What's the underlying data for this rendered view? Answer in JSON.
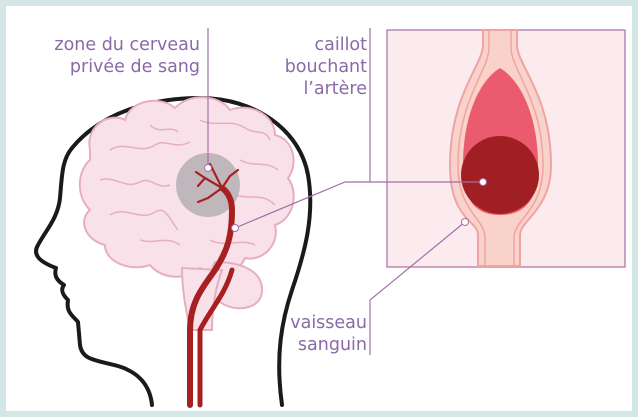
{
  "labels": {
    "zone_line1": "zone du cerveau",
    "zone_line2": "privée de sang",
    "clot_line1": "caillot",
    "clot_line2": "bouchant",
    "clot_line3": "l’artère",
    "vessel_line1": "vaisseau",
    "vessel_line2": "sanguin"
  },
  "colors": {
    "background": "#d3e8e6",
    "label_text": "#8a69a8",
    "brain_fill": "#f9e1ea",
    "brain_outline": "#e7aebd",
    "artery": "#a81f22",
    "ischemic_zone": "#b9b2b8",
    "clot": "#a01f22",
    "vessel_wall": "#f0a3a5",
    "panel_border": "#a46ea8"
  }
}
